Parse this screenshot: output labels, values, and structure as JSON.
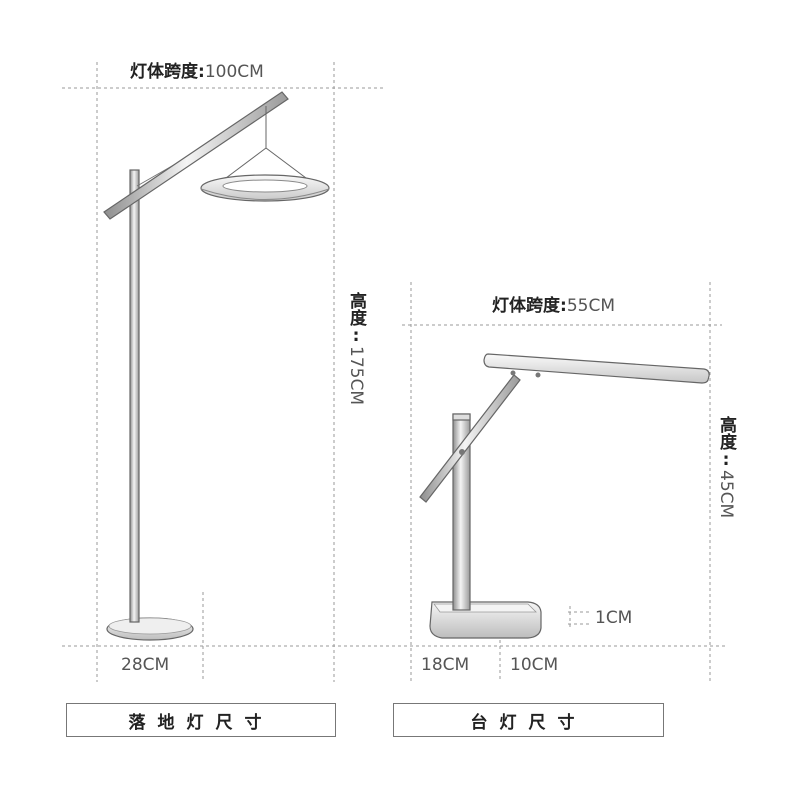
{
  "floor_lamp": {
    "span_label": "灯体跨度:",
    "span_value": "100CM",
    "height_label": "高度:",
    "height_value": "175CM",
    "base_width": "28CM",
    "caption": "落地灯尺寸"
  },
  "desk_lamp": {
    "span_label": "灯体跨度:",
    "span_value": "55CM",
    "height_label": "高度:",
    "height_value": "45CM",
    "base_length": "18CM",
    "base_width": "10CM",
    "base_thickness": "1CM",
    "caption": "台灯尺寸"
  },
  "colors": {
    "guide_line": "#9a9a9a",
    "lamp_outline": "#666666",
    "lamp_fill": "#e4e4e4",
    "text": "#333333"
  }
}
